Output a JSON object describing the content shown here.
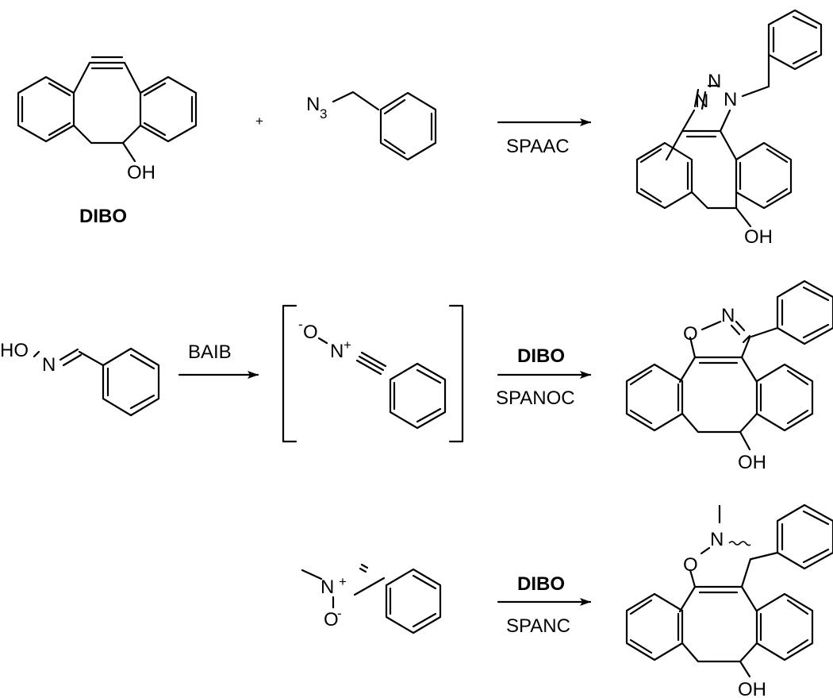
{
  "row1": {
    "reagent_name": "DIBO",
    "hydroxyl": "OH",
    "plus": "+",
    "azide_N": "N",
    "azide_sub": "3",
    "arrow_label": "SPAAC",
    "product": {
      "n1": "N",
      "n2": "N",
      "n3": "N",
      "hydroxyl": "OH"
    }
  },
  "row2": {
    "oxime_HO": "HO",
    "oxime_N": "N",
    "oxidant": "BAIB",
    "intermediate": {
      "charge_minus": "-",
      "O": "O",
      "N": "N",
      "charge_plus": "+"
    },
    "arrow_reagent": "DIBO",
    "arrow_label": "SPANOC",
    "product": {
      "O": "O",
      "N": "N",
      "hydroxyl": "OH"
    }
  },
  "row3": {
    "nitrone": {
      "N": "N",
      "charge_plus": "+",
      "O": "O",
      "charge_minus": "-"
    },
    "arrow_reagent": "DIBO",
    "arrow_label": "SPANC",
    "product": {
      "O": "O",
      "N": "N",
      "hydroxyl": "OH"
    }
  }
}
